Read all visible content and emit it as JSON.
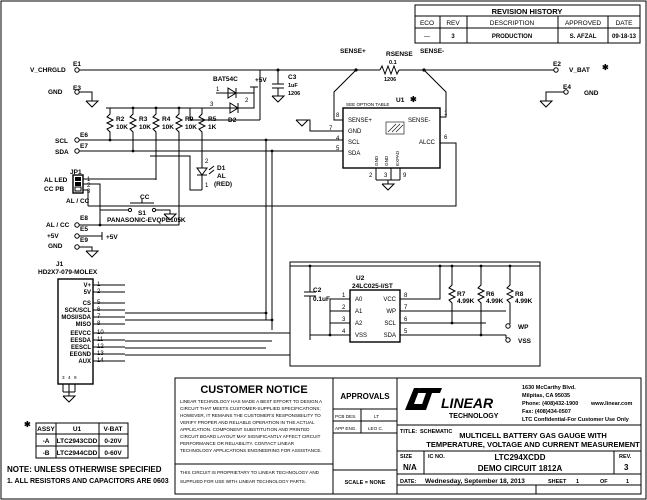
{
  "revision_history": {
    "title": "REVISION HISTORY",
    "headers": [
      "ECO",
      "REV",
      "DESCRIPTION",
      "APPROVED",
      "DATE"
    ],
    "row": [
      "—",
      "3",
      "PRODUCTION",
      "S. AFZAL",
      "09-18-13"
    ]
  },
  "sense": {
    "plus": "SENSE+",
    "minus": "SENSE-",
    "rsense": "RSENSE",
    "rval": "0.1",
    "rpkg": "1206"
  },
  "nets": {
    "v_chrgld": "V_CHRGLD",
    "v_bat": "V_BAT",
    "star": "✱",
    "gnd": "GND",
    "plus5v": "+5V",
    "sda": "SDA",
    "scl": "SCL",
    "wp": "WP",
    "vss": "VSS"
  },
  "terminals": {
    "e1": "E1",
    "e2": "E2",
    "e3": "E3",
    "e4": "E4",
    "e5": "E5",
    "e6": "E6",
    "e7": "E7",
    "e8": "E8",
    "e9": "E9"
  },
  "u1": {
    "ref": "U1",
    "star": "✱",
    "note": "SEE OPTION TABLE",
    "sense_plus": "SENSE+",
    "sense_minus": "SENSE-",
    "gnd": "GND",
    "sda": "SDA",
    "scl": "SCL",
    "alcc": "ALCC",
    "gnd2": "GND",
    "gnd3": "GND",
    "expad": "EXPAD",
    "pin8": "8",
    "pin7": "7",
    "pin4": "4",
    "pin5": "5",
    "pin6": "6",
    "pin1": "1",
    "pin2": "2",
    "pin3": "3",
    "pin9": "9"
  },
  "d2": {
    "part": "BAT54C",
    "ref": "D2",
    "pin1": "1",
    "pin2": "2",
    "pin3": "3"
  },
  "c3": {
    "ref": "C3",
    "val": "1uF",
    "pkg": "1206"
  },
  "resistors": [
    {
      "ref": "R2",
      "val": "10K"
    },
    {
      "ref": "R3",
      "val": "10K"
    },
    {
      "ref": "R4",
      "val": "10K"
    },
    {
      "ref": "R9",
      "val": "10K"
    },
    {
      "ref": "R5",
      "val": "1K"
    }
  ],
  "d1": {
    "ref": "D1",
    "net": "AL",
    "color": "(RED)",
    "pin1": "1",
    "pin2": "2"
  },
  "jp1": {
    "ref": "JP1",
    "al_led": "AL LED",
    "cc_pb": "CC PB",
    "al_cc": "AL / CC",
    "p1": "1",
    "p2": "2",
    "p3": "3"
  },
  "s1": {
    "ref": "S1",
    "cc": "CC",
    "part": "PANASONIC-EVQPE105K"
  },
  "al_cc_net": "AL / CC",
  "j1": {
    "ref": "J1",
    "part": "HD2X7-079-MOLEX",
    "pins": [
      {
        "label": "V+",
        "num": "1"
      },
      {
        "label": "5V",
        "num": "2"
      },
      {
        "label": "CS",
        "num": "5"
      },
      {
        "label": "SCK/SCL",
        "num": "6"
      },
      {
        "label": "MOSI/SDA",
        "num": "7"
      },
      {
        "label": "MISO",
        "num": "8"
      },
      {
        "label": "EEVCC",
        "num": "10"
      },
      {
        "label": "EESDA",
        "num": "11"
      },
      {
        "label": "EESCL",
        "num": "12"
      },
      {
        "label": "EEGND",
        "num": "13"
      },
      {
        "label": "AUX",
        "num": "14"
      }
    ],
    "gnd_pins": [
      "3",
      "4",
      "9"
    ]
  },
  "c2": {
    "ref": "C2",
    "val": "0.1uF"
  },
  "u2": {
    "ref": "U2",
    "part": "24LC025-I/ST",
    "left": [
      "A0",
      "A1",
      "A2",
      "VSS"
    ],
    "right": [
      "VCC",
      "WP",
      "SCL",
      "SDA"
    ],
    "lpins": [
      "1",
      "2",
      "3",
      "4"
    ],
    "rpins": [
      "8",
      "7",
      "6",
      "5"
    ]
  },
  "pullups": [
    {
      "ref": "R7",
      "val": "4.99K"
    },
    {
      "ref": "R6",
      "val": "4.99K"
    },
    {
      "ref": "R8",
      "val": "4.99K"
    }
  ],
  "option_table": {
    "star": "✱",
    "headers": [
      "ASSY",
      "U1",
      "V-BAT"
    ],
    "rows": [
      [
        "-A",
        "LTC2943CDD",
        "0-20V"
      ],
      [
        "-B",
        "LTC2944CDD",
        "0-60V"
      ]
    ]
  },
  "notes": {
    "line1": "NOTE: UNLESS OTHERWISE SPECIFIED",
    "line2": "1. ALL RESISTORS AND CAPACITORS ARE 0603"
  },
  "customer_notice": {
    "title": "CUSTOMER NOTICE",
    "lines": [
      "LINEAR TECHNOLOGY HAS MADE A BEST EFFORT TO DESIGN A",
      "CIRCUIT THAT MEETS CUSTOMER-SUPPLIED SPECIFICATIONS;",
      "HOWEVER, IT REMAINS THE CUSTOMER'S RESPONSIBILITY TO",
      "VERIFY PROPER AND RELIABLE OPERATION IN THE ACTUAL",
      "APPLICATION. COMPONENT SUBSTITUTION AND PRINTED",
      "CIRCUIT BOARD LAYOUT MAY SIGNIFICANTLY AFFECT CIRCUIT",
      "PERFORMANCE OR RELIABILITY. CONTACT LINEAR",
      "TECHNOLOGY APPLICATIONS ENGINEERING FOR ASSISTANCE."
    ],
    "prop1": "THIS CIRCUIT IS PROPRIETARY TO LINEAR TECHNOLOGY AND",
    "prop2": "SUPPLIED FOR USE WITH LINEAR TECHNOLOGY PARTS."
  },
  "approvals": {
    "title": "APPROVALS",
    "pcb_des": "PCB DES.",
    "pcb_des_val": "LT",
    "app_eng": "APP ENG.",
    "app_eng_val": "LEO C."
  },
  "scale": "SCALE = NONE",
  "company": {
    "logo": "LINEAR",
    "logo_sub": "TECHNOLOGY",
    "addr1": "1630 McCarthy Blvd.",
    "addr2": "Milpitas, CA 95035",
    "phone": "Phone: (408)432-1900",
    "web": "www.linear.com",
    "fax": "Fax: (408)434-0507",
    "confidential": "LTC Confidential-For Customer Use Only"
  },
  "title_block": {
    "title_label": "TITLE:",
    "title_val": "SCHEMATIC",
    "title1": "MULTICELL BATTERY GAS GAUGE WITH",
    "title2": "TEMPERATURE, VOLTAGE AND CURRENT MEASUREMENT",
    "size_label": "SIZE",
    "size": "N/A",
    "icno_label": "IC NO.",
    "icno": "LTC294XCDD",
    "demo": "DEMO CIRCUIT 1812A",
    "rev_label": "REV.",
    "rev": "3",
    "date_label": "DATE:",
    "date": "Wednesday, September 18, 2013",
    "sheet_label": "SHEET",
    "sheet": "1",
    "of_label": "OF",
    "of": "1"
  }
}
